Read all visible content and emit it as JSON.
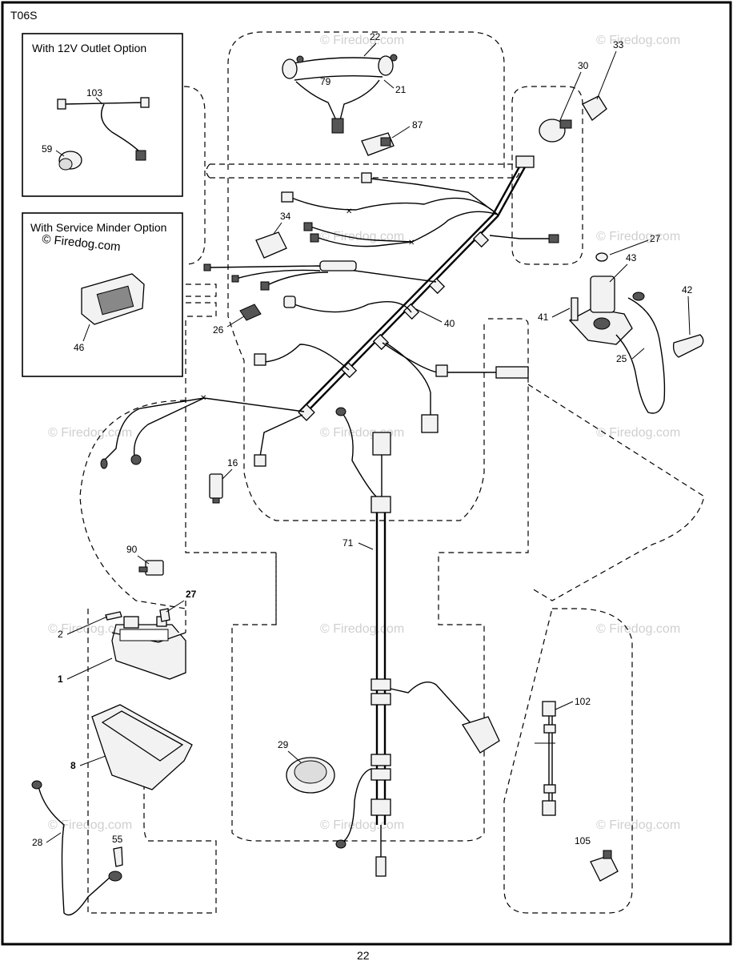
{
  "page_label": "T06S",
  "page_number_partial": "22",
  "insets": {
    "outlet_title": "With 12V Outlet Option",
    "minder_title": "With Service Minder Option",
    "minder_watermark": "© Firedog.com"
  },
  "watermark_text": "© Firedog.com",
  "callouts": {
    "c22": "22",
    "c79": "79",
    "c21": "21",
    "c87": "87",
    "c33": "33",
    "c30": "30",
    "c34": "34",
    "c27a": "27",
    "c43": "43",
    "c42": "42",
    "c41": "41",
    "c25": "25",
    "c40": "40",
    "c26": "26",
    "c16": "16",
    "c71": "71",
    "c90": "90",
    "c27b": "27",
    "c2": "2",
    "c1": "1",
    "c8": "8",
    "c29": "29",
    "c102": "102",
    "c28": "28",
    "c55": "55",
    "c105": "105",
    "c103": "103",
    "c59": "59",
    "c46": "46"
  }
}
